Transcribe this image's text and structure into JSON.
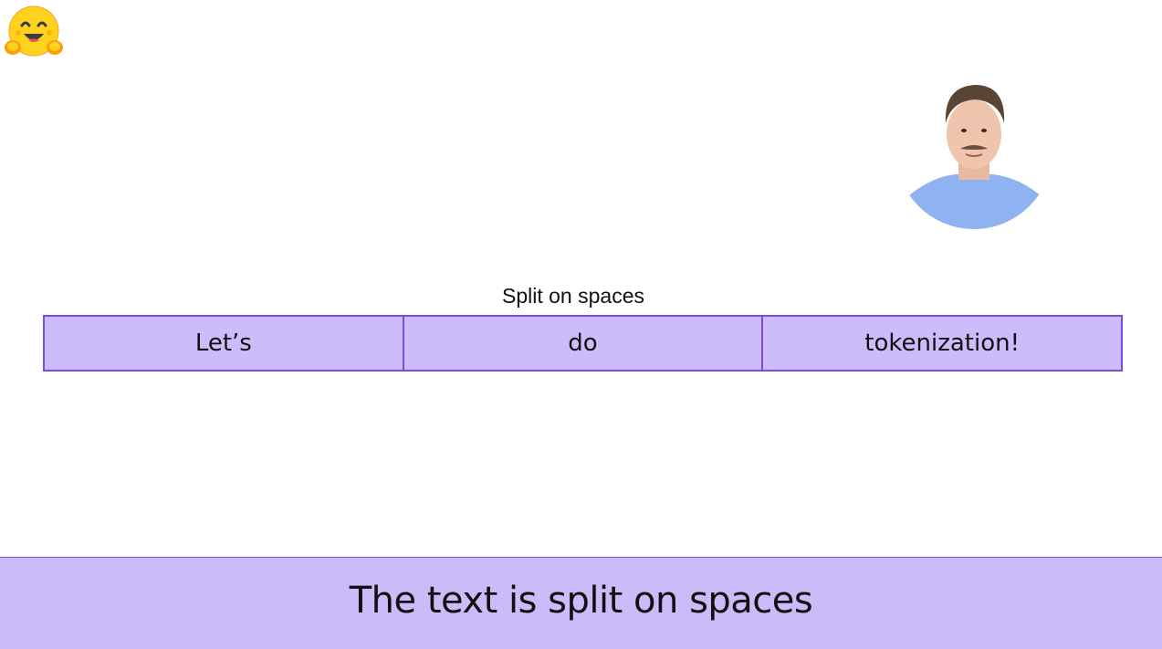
{
  "logo": {
    "icon": "hugging-face-emoji-icon"
  },
  "presenter": {
    "description_icon": "presenter-avatar-icon"
  },
  "section": {
    "title": "Split on spaces"
  },
  "tokens": [
    {
      "label": "Let’s"
    },
    {
      "label": "do"
    },
    {
      "label": "tokenization!"
    }
  ],
  "caption": {
    "text": "The text is split on spaces"
  },
  "colors": {
    "token_fill": "#ccbcfa",
    "token_border": "#7c4ddb",
    "caption_fill": "#cbbcf9"
  }
}
